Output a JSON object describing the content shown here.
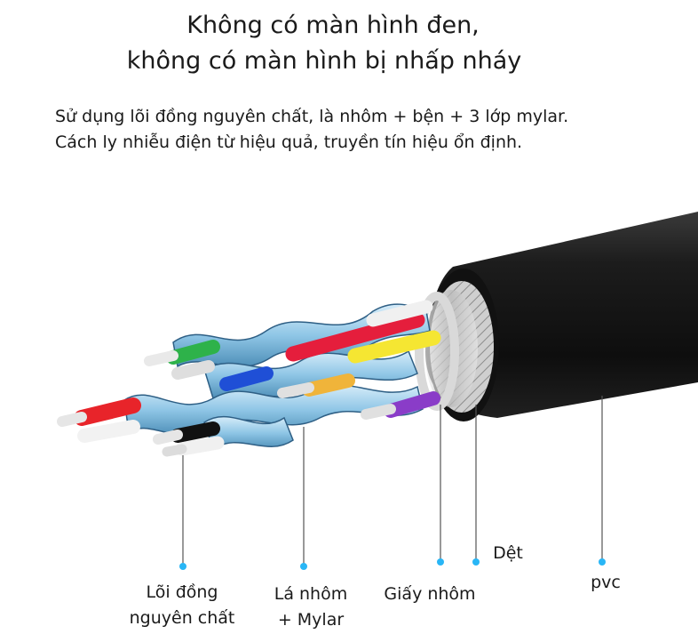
{
  "headline": {
    "line1": "Không có màn hình đen,",
    "line2": "không có màn hình bị nhấp nháy"
  },
  "description": {
    "line1": "Sử dụng lõi đồng nguyên chất, là nhôm + bện + 3 lớp mylar.",
    "line2": "Cách ly nhiễu điện từ hiệu quả, truyền tín hiệu ổn định."
  },
  "labels": {
    "copper_core": {
      "line1": "Lõi đồng",
      "line2": "nguyên chất"
    },
    "aluminum_mylar": {
      "line1": "Lá nhôm",
      "line2": "+ Mylar"
    },
    "aluminum_paper": "Giấy nhôm",
    "braid": "Dệt",
    "pvc": "pvc"
  },
  "colors": {
    "callout_dot": "#29b6f6",
    "jacket": "#141414",
    "foil": "#8fc6e6",
    "wire_colors": [
      "#e8242a",
      "#2eb24a",
      "#1f4fd6",
      "#f0b43a",
      "#f5e632",
      "#e51e3c",
      "#8a3cc8",
      "#111111"
    ]
  }
}
